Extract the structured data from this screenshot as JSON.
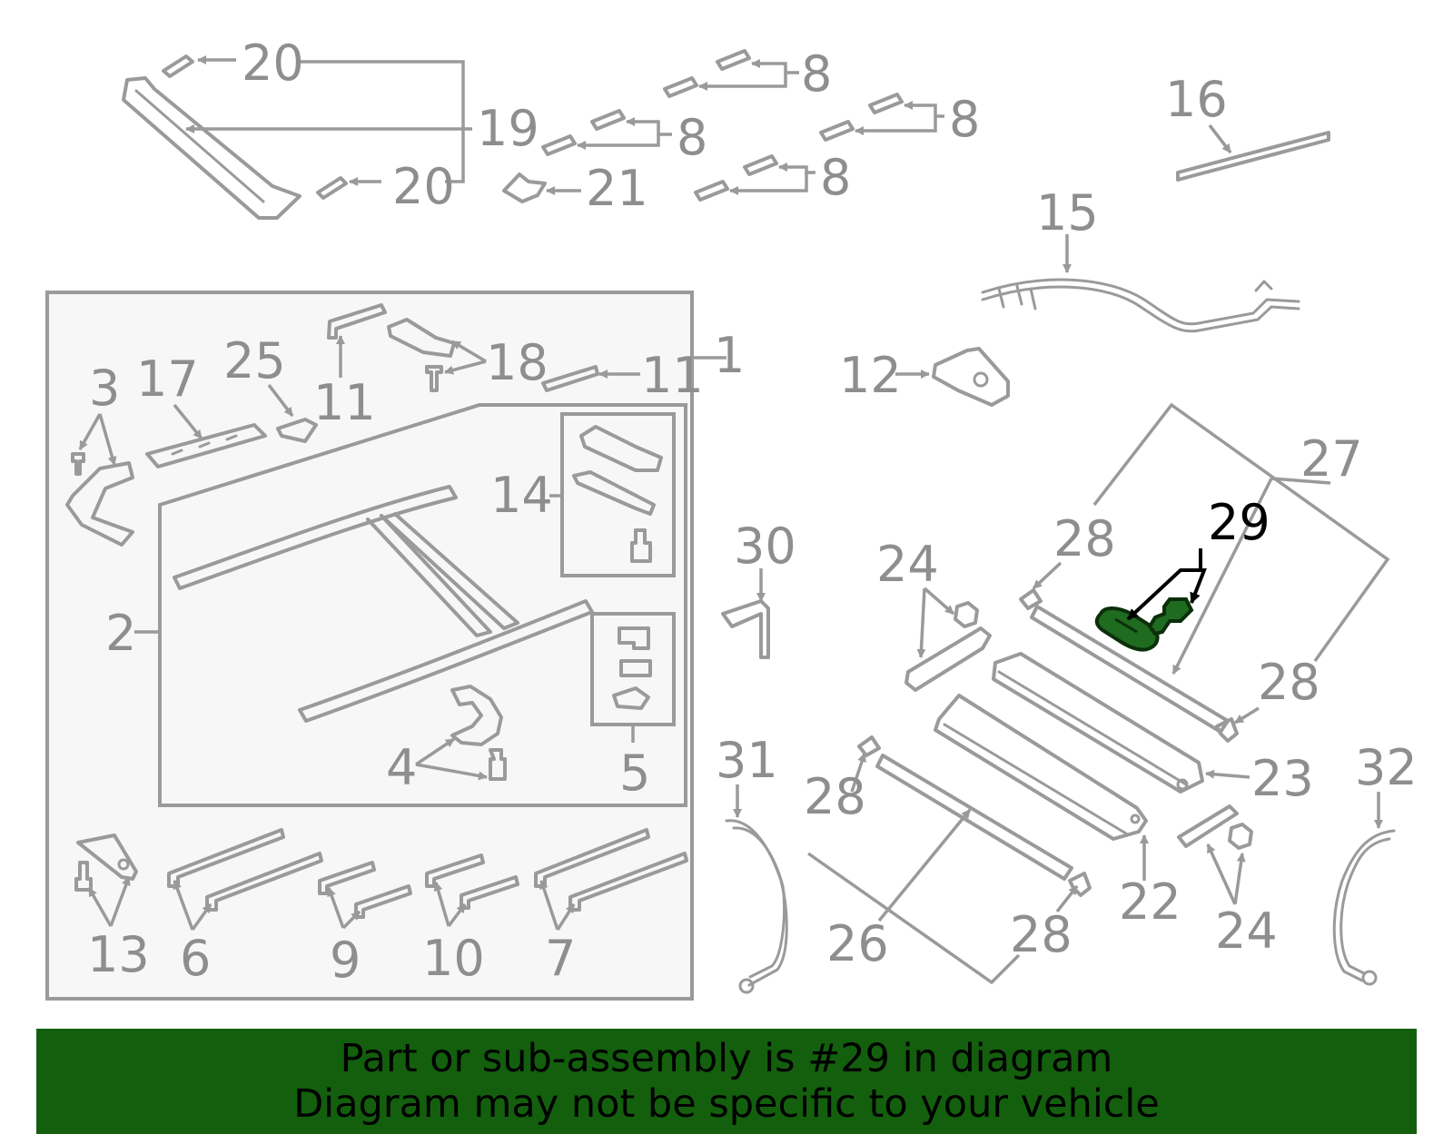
{
  "callouts": {
    "c1": "1",
    "c2": "2",
    "c3": "3",
    "c4": "4",
    "c5": "5",
    "c6": "6",
    "c7": "7",
    "c8": "8",
    "c9": "9",
    "c10": "10",
    "c11": "11",
    "c12": "12",
    "c13": "13",
    "c14": "14",
    "c15": "15",
    "c16": "16",
    "c17": "17",
    "c18": "18",
    "c19": "19",
    "c20": "20",
    "c21": "21",
    "c22": "22",
    "c23": "23",
    "c24": "24",
    "c25": "25",
    "c26": "26",
    "c27": "27",
    "c28": "28",
    "c29": "29",
    "c30": "30",
    "c31": "31",
    "c32": "32"
  },
  "highlight": {
    "part_number": "29",
    "color": "#1f6b1f"
  },
  "banner": {
    "line1": "Part or sub-assembly is #29 in diagram",
    "line2": "Diagram may not be specific to your vehicle",
    "background": "#135f0d"
  },
  "colors": {
    "line": "#9a9a9a",
    "panel_fill": "#f7f7f7"
  }
}
